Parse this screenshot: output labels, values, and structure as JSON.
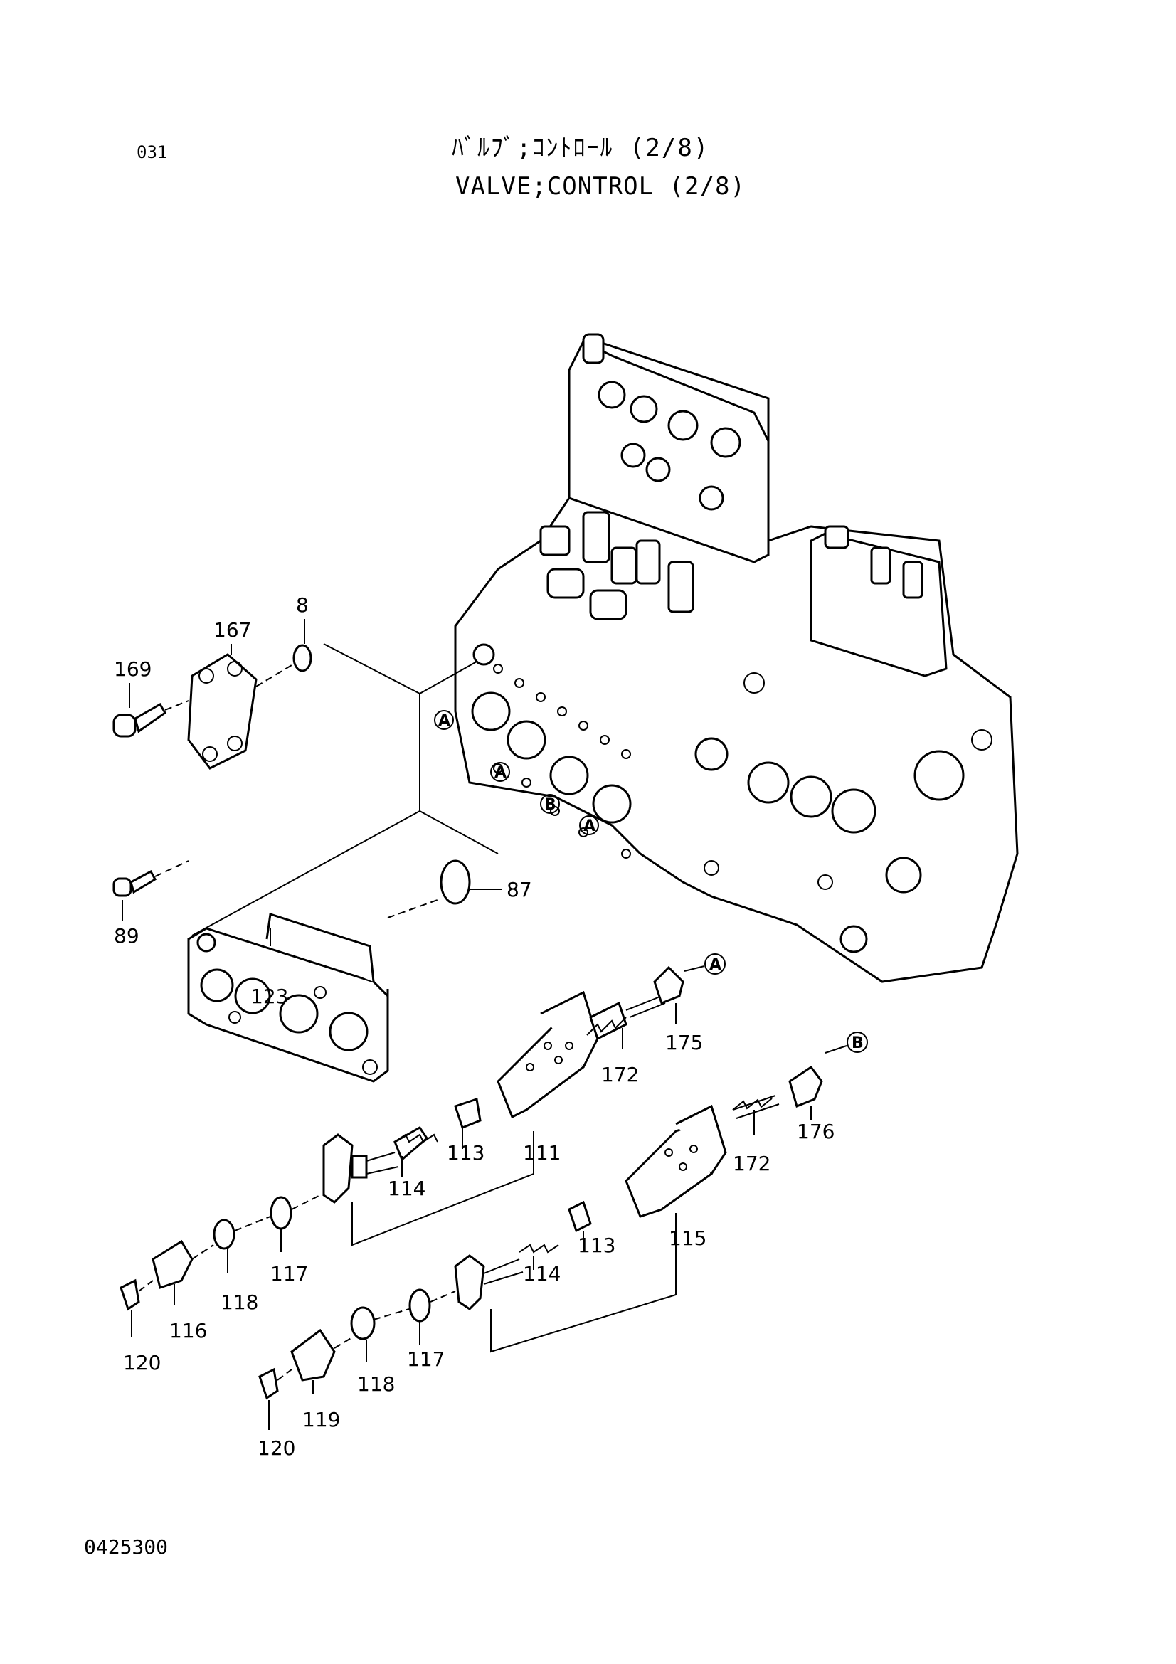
{
  "header": {
    "page_no": "031",
    "title_jp": "ﾊﾞﾙﾌﾞ;ｺﾝﾄﾛｰﾙ (2/8)",
    "title_en": "VALVE;CONTROL (2/8)"
  },
  "footer": {
    "doc_no": "0425300"
  },
  "callouts": {
    "p8": "8",
    "p167": "167",
    "p169": "169",
    "p87": "87",
    "p89": "89",
    "p123": "123",
    "p175": "175",
    "p172a": "172",
    "p111": "111",
    "p113a": "113",
    "p114a": "114",
    "p117a": "117",
    "p118a": "118",
    "p116": "116",
    "p120a": "120",
    "p176": "176",
    "p172b": "172",
    "p115": "115",
    "p113b": "113",
    "p114b": "114",
    "p117b": "117",
    "p118b": "118",
    "p119": "119",
    "p120b": "120"
  },
  "refs": {
    "a1": "A",
    "a2": "A",
    "a3": "A",
    "b1": "B",
    "a_top": "A",
    "b_top": "B"
  }
}
